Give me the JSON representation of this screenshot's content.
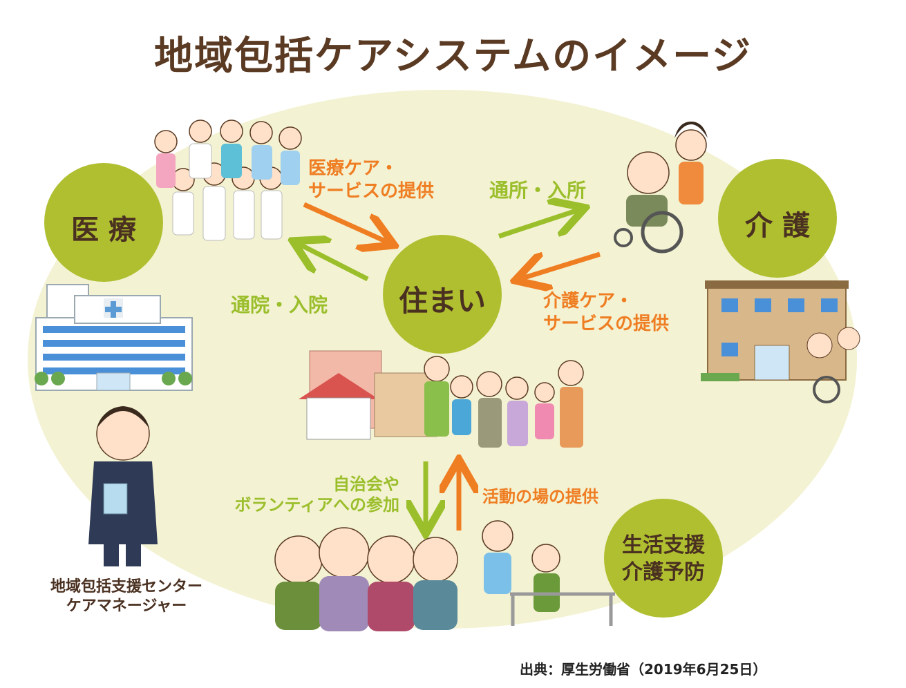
{
  "title": "地域包括ケアシステムのイメージ",
  "nodes": {
    "medical": "医 療",
    "care": "介 護",
    "housing": "住まい",
    "living_support": [
      "生活支援",
      "介護予防"
    ]
  },
  "flows": {
    "medical_service": [
      "医療ケア・",
      "サービスの提供"
    ],
    "hospital_visit": "通院・入院",
    "care_facility_visit": "通所・入所",
    "care_service": [
      "介護ケア・",
      "サービスの提供"
    ],
    "community_participation": [
      "自治会や",
      "ボランティアへの参加"
    ],
    "activity_place": "活動の場の提供"
  },
  "center_label": [
    "地域包括支援センター",
    "ケアマネージャー"
  ],
  "source": "出典：厚生労働省（2019年6月25日）",
  "colors": {
    "background_ellipse": "#f3f2d2",
    "node_circle": "#afbf30",
    "arrow_orange": "#ef7d22",
    "arrow_green": "#9bbe2b",
    "title_brown": "#5a3a22"
  },
  "icons": [
    "medical-staff-icon",
    "hospital-icon",
    "care-manager-icon",
    "wheelchair-caregiver-icon",
    "care-facility-icon",
    "family-houses-icon",
    "elderly-group-icon",
    "rehab-trainer-icon"
  ]
}
